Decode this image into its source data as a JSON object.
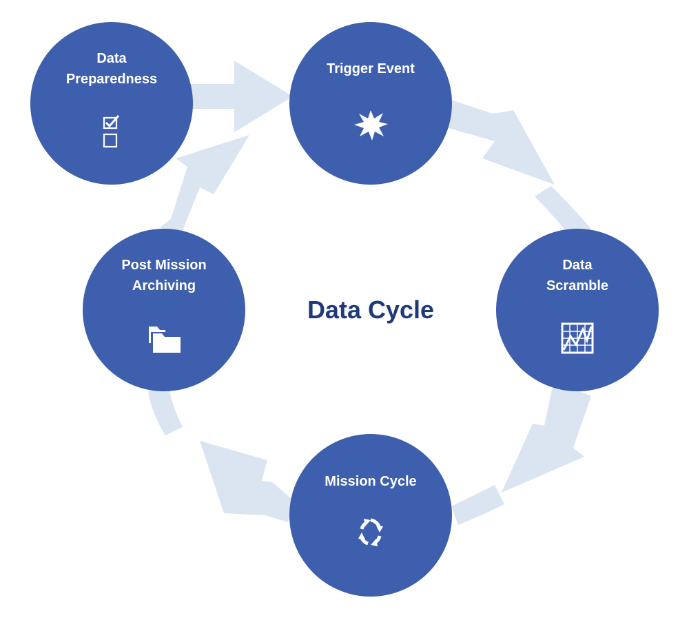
{
  "diagram": {
    "title": "Data Cycle",
    "nodes": [
      {
        "id": "data-preparedness",
        "lines": [
          "Data",
          "Preparedness"
        ],
        "icon": "checklist-icon"
      },
      {
        "id": "trigger-event",
        "lines": [
          "Trigger Event"
        ],
        "icon": "burst-icon"
      },
      {
        "id": "data-scramble",
        "lines": [
          "Data",
          "Scramble"
        ],
        "icon": "chart-icon"
      },
      {
        "id": "mission-cycle",
        "lines": [
          "Mission Cycle"
        ],
        "icon": "cycle-icon"
      },
      {
        "id": "post-mission-archiving",
        "lines": [
          "Post Mission",
          "Archiving"
        ],
        "icon": "folders-icon"
      }
    ],
    "colors": {
      "node": "#3e5fad",
      "arrow": "#dbe4f1",
      "title": "#1f3a78",
      "label": "#ffffff"
    }
  }
}
